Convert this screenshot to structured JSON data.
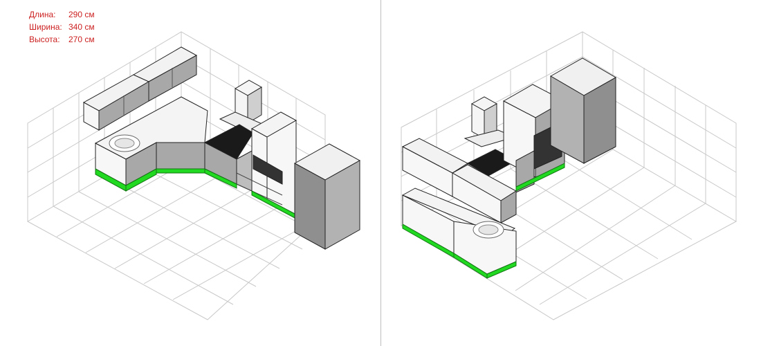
{
  "dimensions": [
    {
      "label": "Длина:",
      "value": "290 см"
    },
    {
      "label": "Ширина:",
      "value": "340 см"
    },
    {
      "label": "Высота:",
      "value": "270 см"
    }
  ],
  "colors": {
    "grid": "#c8c8c8",
    "plinth": "#22d922",
    "cabinet_front": "#f7f7f7",
    "cabinet_side": "#a8a8a8",
    "fridge": "#9a9a9a",
    "text_accent": "#cc1f1f"
  },
  "views": [
    {
      "name": "left-view",
      "icon": "kitchen-isometric-view-icon"
    },
    {
      "name": "right-view",
      "icon": "kitchen-isometric-view-icon"
    }
  ]
}
